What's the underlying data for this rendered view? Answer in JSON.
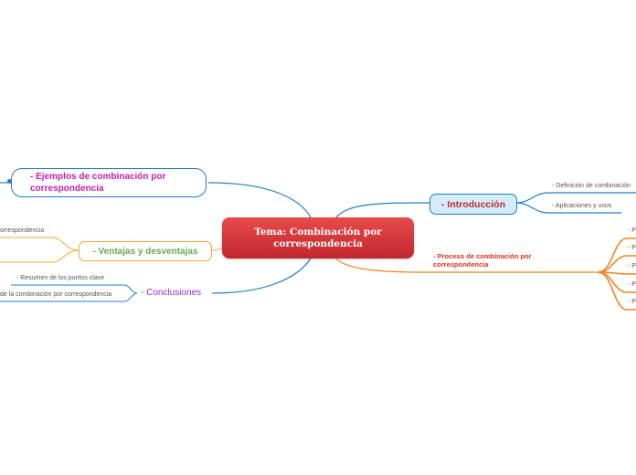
{
  "central_topic": "Tema: Combinación por correspondencia",
  "branches": {
    "introduccion": {
      "label": "- Introducción",
      "children": [
        "- Definición de combinación",
        "- Aplicaciones y usos"
      ]
    },
    "proceso": {
      "label": "- Proceso de combinación por correspondencia",
      "children": [
        "- P",
        "- P",
        "- P",
        "- P",
        "- P"
      ]
    },
    "ejemplos": {
      "label": "- Ejemplos de combinación por correspondencia"
    },
    "ventajas": {
      "label": "- Ventajas y desventajas",
      "children": [
        "orrespondencia",
        ""
      ]
    },
    "conclusiones": {
      "label": "- Conclusiones",
      "children": [
        "- Resumen de los puntos clave",
        "de la combinación por correspondencia"
      ]
    }
  },
  "colors": {
    "central": "#d1373b",
    "introduccion": "#1f7fc6",
    "proceso": "#f58220",
    "ejemplos": "#1f7fc6",
    "ventajas": "#f2a830",
    "conclusiones": "#1f7fc6",
    "conclusiones_text": "#9b2bd0"
  }
}
